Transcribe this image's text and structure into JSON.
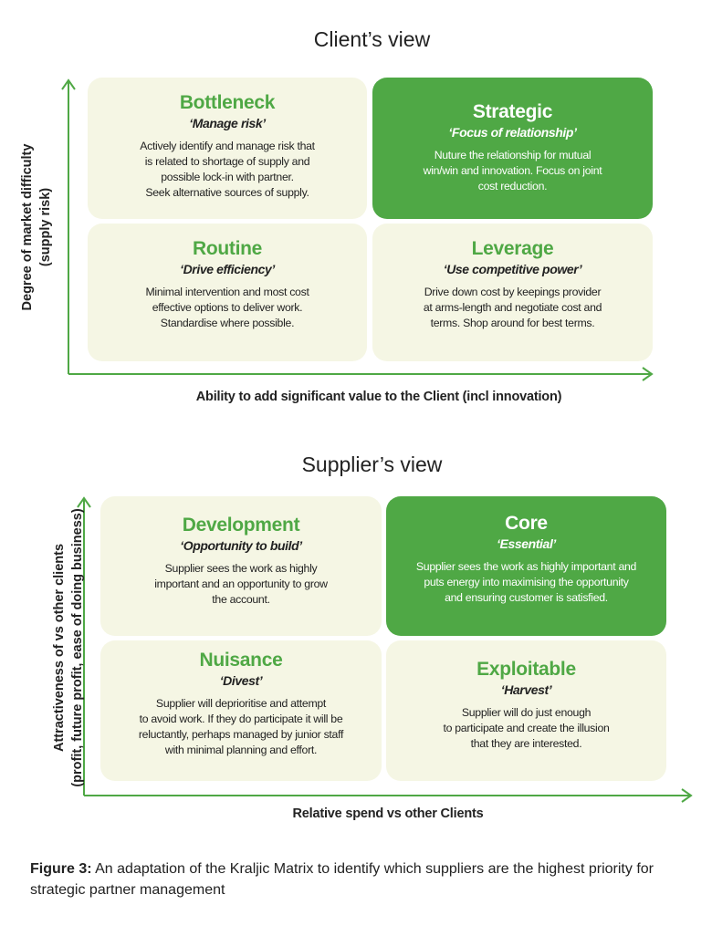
{
  "client_view": {
    "title": "Client’s view",
    "y_axis": [
      "Degree of market difficulty",
      "(supply risk)"
    ],
    "x_axis": "Ability to add significant value to the Client (incl innovation)",
    "quadrants": [
      {
        "title": "Bottleneck",
        "subtitle": "‘Manage risk’",
        "lines": [
          "Actively identify and manage risk that",
          "is related to shortage of supply and",
          "possible lock-in with partner.",
          "Seek alternative sources of supply."
        ]
      },
      {
        "title": "Strategic",
        "subtitle": "‘Focus of relationship’",
        "lines": [
          "Nuture the relationship for mutual",
          "win/win and innovation. Focus on joint",
          "cost reduction."
        ]
      },
      {
        "title": "Routine",
        "subtitle": "‘Drive efficiency’",
        "lines": [
          "Minimal intervention and most cost",
          "effective options to deliver work.",
          "Standardise where possible."
        ]
      },
      {
        "title": "Leverage",
        "subtitle": "‘Use competitive power’",
        "lines": [
          "Drive down cost by keepings provider",
          "at arms-length and negotiate cost and",
          "terms. Shop around for best terms."
        ]
      }
    ]
  },
  "supplier_view": {
    "title": "Supplier’s view",
    "y_axis": [
      "Attractiveness of vs other clients",
      "(profit, future profit, ease of doing business)"
    ],
    "x_axis": "Relative spend vs other Clients",
    "quadrants": [
      {
        "title": "Development",
        "subtitle": "‘Opportunity to build’",
        "lines": [
          "Supplier sees the work as highly",
          "important and an opportunity to grow",
          "the account."
        ]
      },
      {
        "title": "Core",
        "subtitle": "‘Essential’",
        "lines": [
          "Supplier sees the work as highly important and",
          "puts energy into maximising the opportunity",
          "and ensuring customer is satisfied."
        ]
      },
      {
        "title": "Nuisance",
        "subtitle": "‘Divest’",
        "lines": [
          "Supplier will deprioritise and attempt",
          "to avoid work. If they do participate it will be",
          "reluctantly, perhaps managed by junior staff",
          "with minimal planning and effort."
        ]
      },
      {
        "title": "Exploitable",
        "subtitle": "‘Harvest’",
        "lines": [
          "Supplier will do just enough",
          "to participate and create the illusion",
          "that they are interested."
        ]
      }
    ]
  },
  "caption": {
    "label": "Figure 3:",
    "text": " An adaptation of the Kraljic Matrix to identify which suppliers are the highest priority for strategic partner management"
  },
  "colors": {
    "accent": "#4fa845",
    "box_light": "#f5f6e4",
    "text": "#222222"
  }
}
